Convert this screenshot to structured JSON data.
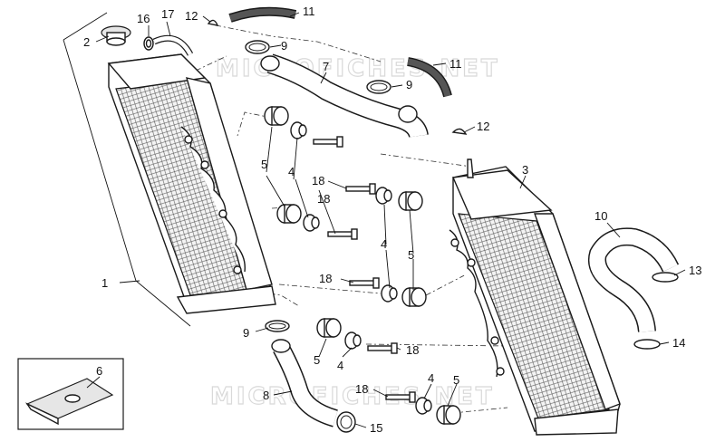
{
  "watermark": "MICROFICHES.NET",
  "callouts": [
    {
      "id": "c1",
      "label": "1"
    },
    {
      "id": "c2",
      "label": "2"
    },
    {
      "id": "c3",
      "label": "3"
    },
    {
      "id": "c4a",
      "label": "4"
    },
    {
      "id": "c4b",
      "label": "4"
    },
    {
      "id": "c4c",
      "label": "4"
    },
    {
      "id": "c4d",
      "label": "4"
    },
    {
      "id": "c5a",
      "label": "5"
    },
    {
      "id": "c5b",
      "label": "5"
    },
    {
      "id": "c5c",
      "label": "5"
    },
    {
      "id": "c5d",
      "label": "5"
    },
    {
      "id": "c6",
      "label": "6"
    },
    {
      "id": "c7",
      "label": "7"
    },
    {
      "id": "c8",
      "label": "8"
    },
    {
      "id": "c9a",
      "label": "9"
    },
    {
      "id": "c9b",
      "label": "9"
    },
    {
      "id": "c9c",
      "label": "9"
    },
    {
      "id": "c10",
      "label": "10"
    },
    {
      "id": "c11a",
      "label": "11"
    },
    {
      "id": "c11b",
      "label": "11"
    },
    {
      "id": "c12a",
      "label": "12"
    },
    {
      "id": "c12b",
      "label": "12"
    },
    {
      "id": "c13",
      "label": "13"
    },
    {
      "id": "c14",
      "label": "14"
    },
    {
      "id": "c15",
      "label": "15"
    },
    {
      "id": "c16",
      "label": "16"
    },
    {
      "id": "c17",
      "label": "17"
    },
    {
      "id": "c18a",
      "label": "18"
    },
    {
      "id": "c18b",
      "label": "18"
    },
    {
      "id": "c18c",
      "label": "18"
    },
    {
      "id": "c18d",
      "label": "18"
    },
    {
      "id": "c18e",
      "label": "18"
    }
  ]
}
